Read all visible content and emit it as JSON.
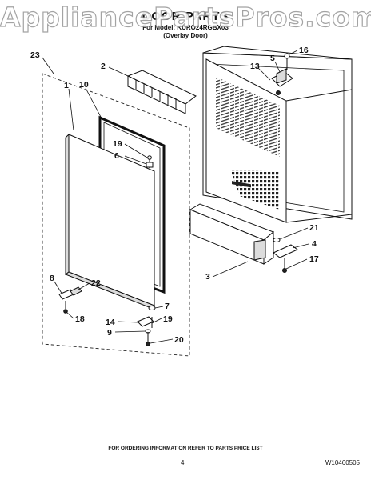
{
  "watermark": "AppliancePartsPros.com",
  "header": {
    "title": "DOOR PARTS",
    "model": "For Model: KURO24RGBX03",
    "variant": "(Overlay Door)"
  },
  "callouts": [
    "23",
    "1",
    "10",
    "2",
    "13",
    "5",
    "16",
    "19",
    "6",
    "21",
    "4",
    "17",
    "3",
    "8",
    "22",
    "18",
    "7",
    "14",
    "19",
    "9",
    "20"
  ],
  "footer": {
    "info": "FOR ORDERING INFORMATION REFER TO PARTS PRICE LIST",
    "page": "4",
    "doc_code": "W10460505"
  },
  "colors": {
    "line": "#111111",
    "panel_shade": "#dcdcdc",
    "watermark_outline": "#9a9a9a"
  }
}
